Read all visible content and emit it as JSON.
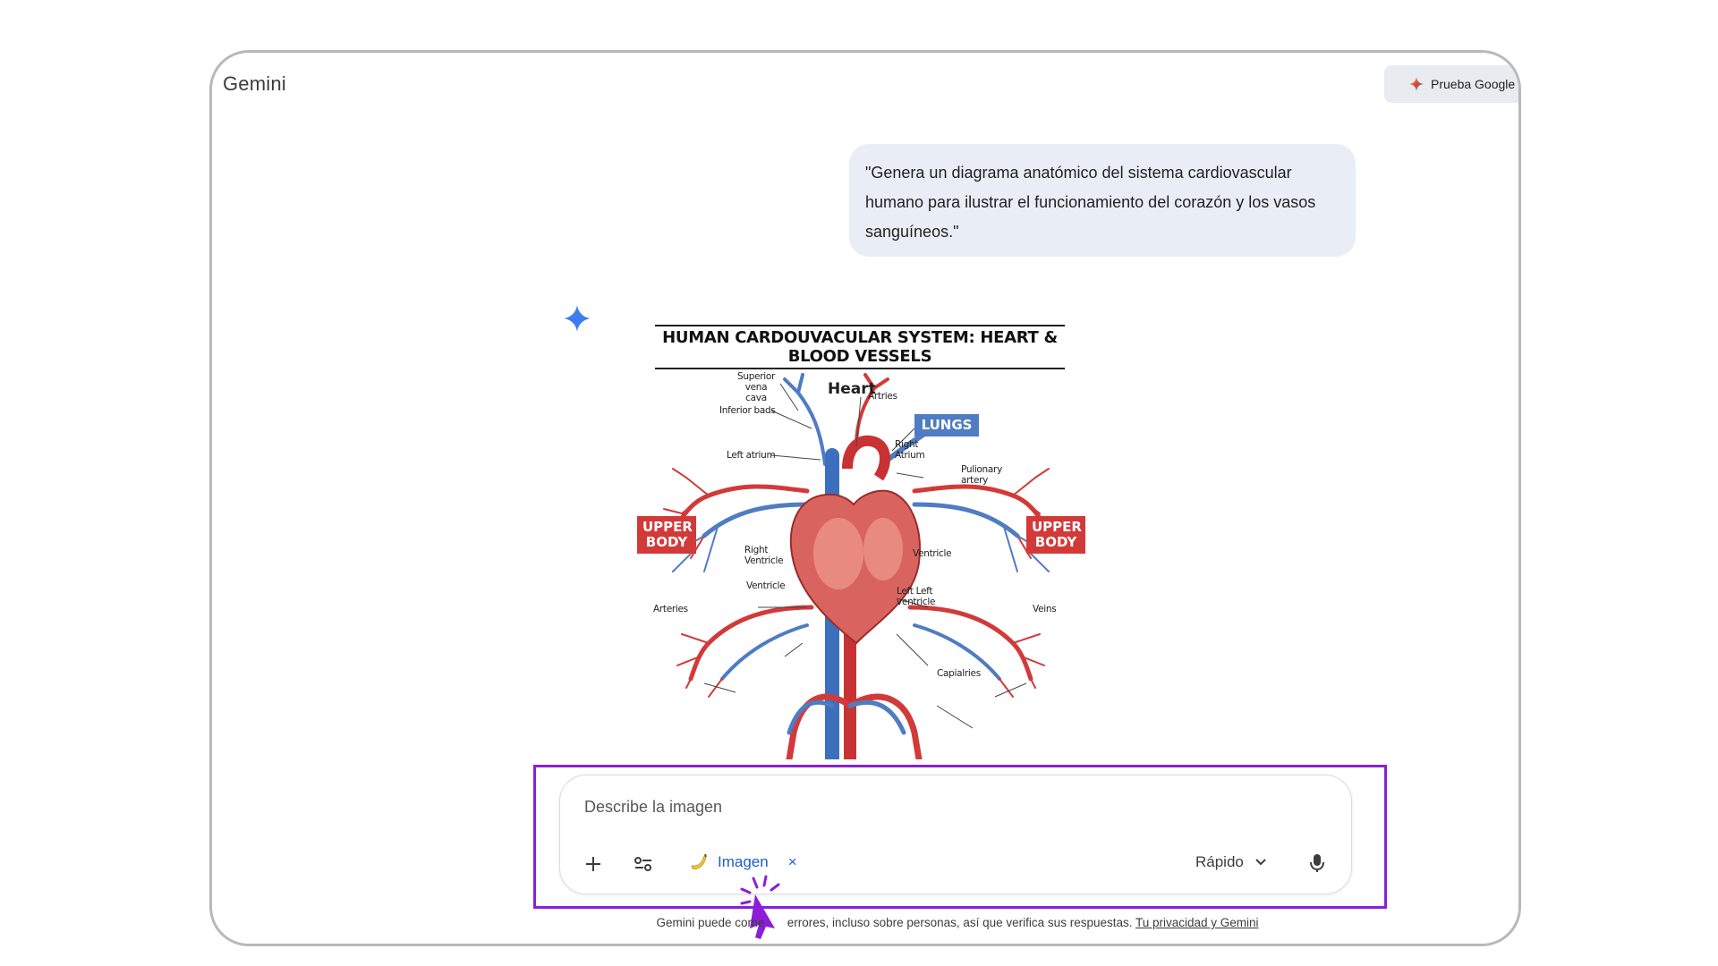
{
  "app": {
    "title": "Gemini"
  },
  "header": {
    "promo_label": "Prueba Google"
  },
  "conversation": {
    "user_message": "\"Genera un diagrama anatómico del sistema cardiovascular humano para ilustrar el funcionamiento del corazón y los vasos sanguíneos.\""
  },
  "generated_image": {
    "title": "HUMAN CARDOUVACULAR SYSTEM: HEART & BLOOD VESSELS",
    "heart_label": "Heart",
    "labels": {
      "superior_vena_cava": "Superior vena cava",
      "inferior_bads": "Inferior bads",
      "left_atrium": "Left atrium",
      "artries": "Artries",
      "lungs": "LUNGS",
      "right_atrium": "Right Atrium",
      "pulionary_artery": "Pulionary artery",
      "upper_body_left": "UPPER BODY",
      "upper_body_right": "UPPER BODY",
      "right_ventricle": "Right Ventricle",
      "ventricle_right_side": "Ventricle",
      "ventricle_lower": "Ventricle",
      "left_left_ventricle": "Left Left ventricle",
      "arteries": "Arteries",
      "veins": "Veins",
      "capialries": "Capialries"
    },
    "colors": {
      "artery": "#d23a3a",
      "vein": "#4f7cc2"
    }
  },
  "composer": {
    "placeholder": "Describe la imagen",
    "chip_label": "Imagen",
    "chip_close": "×",
    "mode_label": "Rápido",
    "icons": [
      "plus-icon",
      "tools-icon",
      "banana-icon",
      "close-icon",
      "chevron-down-icon",
      "mic-icon"
    ]
  },
  "footer": {
    "disclaimer_a": "Gemini puede come",
    "disclaimer_b": "errores, incluso sobre personas, así que verifica sus respuestas. ",
    "link": "Tu privacidad y Gemini"
  },
  "accent_colors": {
    "highlight": "#8b1fd8",
    "chip": "#1a5fc7",
    "bubble": "#e9eef6"
  }
}
